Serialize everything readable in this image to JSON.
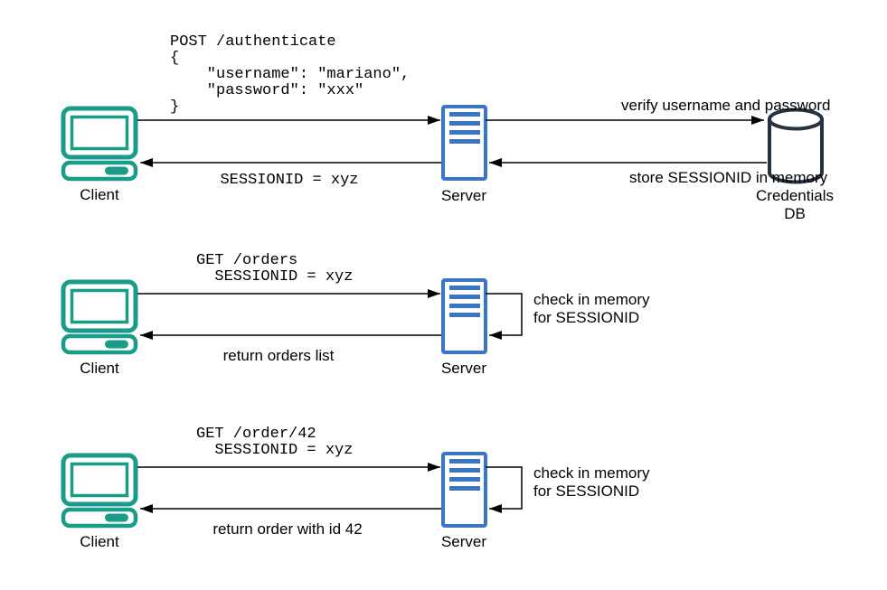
{
  "colors": {
    "client_teal": "#1a9c89",
    "server_blue": "#3a76c1",
    "db_navy": "#26323e",
    "arrow_black": "#000000"
  },
  "actors": {
    "client": "Client",
    "server": "Server",
    "credentials_db": "Credentials\nDB"
  },
  "icons": {
    "client": "computer-icon",
    "server": "server-icon",
    "credentials_db": "database-cylinder-icon"
  },
  "flows": {
    "authenticate": {
      "request": "POST /authenticate\n{\n    \"username\": \"mariano\",\n    \"password\": \"xxx\"\n}",
      "verify": "verify username and password",
      "store": "store SESSIONID in memory",
      "response": "SESSIONID = xyz"
    },
    "get_orders": {
      "request": "GET /orders\n  SESSIONID = xyz",
      "check": "check in memory\nfor SESSIONID",
      "response": "return orders list"
    },
    "get_order_42": {
      "request": "GET /order/42\n  SESSIONID = xyz",
      "check": "check in memory\nfor SESSIONID",
      "response": "return order with id 42"
    }
  }
}
